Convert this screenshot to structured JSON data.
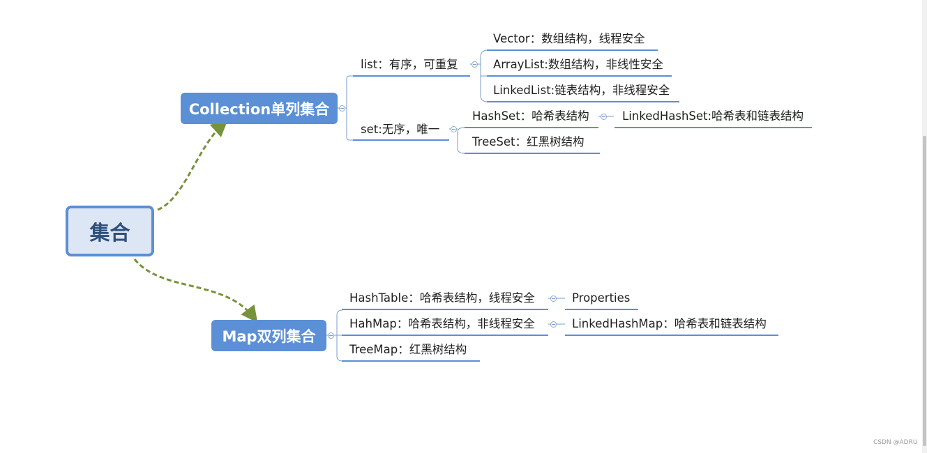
{
  "root": {
    "label": "集合"
  },
  "collection": {
    "label": "Collection单列集合",
    "list": {
      "label": "list：有序，可重复",
      "children": [
        "Vector：数组结构，线程安全",
        "ArrayList:数组结构，非线性安全",
        "LinkedList:链表结构，非线程安全"
      ]
    },
    "set": {
      "label": "set:无序，唯一",
      "hashset": "HashSet：哈希表结构",
      "linkedhashset": "LinkedHashSet:哈希表和链表结构",
      "treeset": "TreeSet：红黑树结构"
    }
  },
  "map": {
    "label": "Map双列集合",
    "hashtable": "HashTable：哈希表结构，线程安全",
    "properties": "Properties",
    "hashmap": "HahMap：哈希表结构，非线程安全",
    "linkedhashmap": "LinkedHashMap：哈希表和链表结构",
    "treemap": "TreeMap：红黑树结构"
  },
  "colors": {
    "node_fill": "#5b8fd6",
    "root_fill": "#dce6f4",
    "root_border": "#5b8fd6",
    "underline": "#5b8fd6",
    "connector": "#7a9ccc",
    "arrow": "#76923c"
  },
  "watermark": "CSDN @ADRU"
}
